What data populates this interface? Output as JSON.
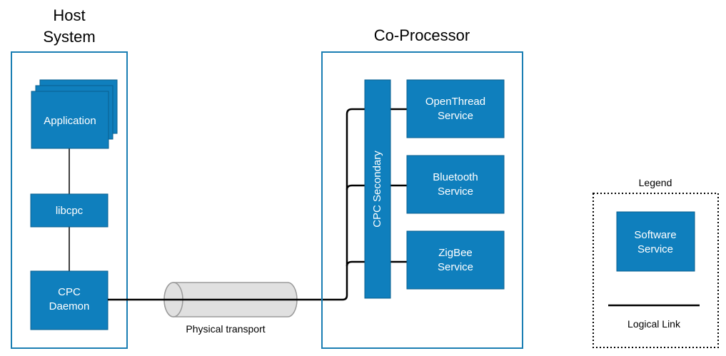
{
  "colors": {
    "service_fill": "#0f7fbd",
    "service_stroke": "#0a5f8f",
    "panel_border": "#1a7eb3",
    "link": "#000000",
    "tube_fill": "#e0e0e0",
    "tube_stroke": "#9a9a9a"
  },
  "host": {
    "title_line1": "Host",
    "title_line2": "System",
    "application": "Application",
    "libcpc": "libcpc",
    "daemon_line1": "CPC",
    "daemon_line2": "Daemon"
  },
  "transport": {
    "label": "Physical transport"
  },
  "coprocessor": {
    "title": "Co-Processor",
    "secondary": "CPC Secondary",
    "services": [
      {
        "line1": "OpenThread",
        "line2": "Service"
      },
      {
        "line1": "Bluetooth",
        "line2": "Service"
      },
      {
        "line1": "ZigBee",
        "line2": "Service"
      }
    ]
  },
  "legend": {
    "title": "Legend",
    "service_line1": "Software",
    "service_line2": "Service",
    "link_label": "Logical Link"
  }
}
